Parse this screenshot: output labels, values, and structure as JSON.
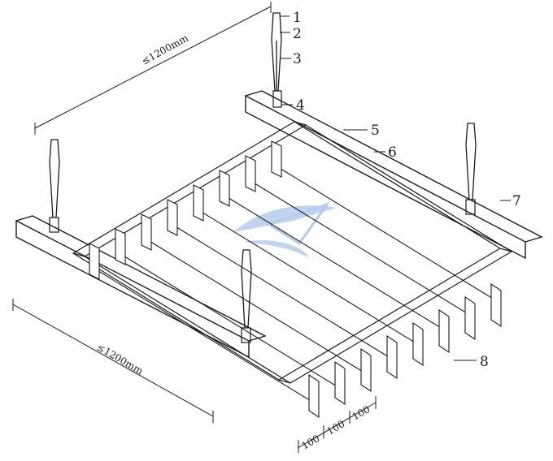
{
  "callouts": {
    "c1": "1",
    "c2": "2",
    "c3": "3",
    "c4": "4",
    "c5": "5",
    "c6": "6",
    "c7": "7",
    "c8": "8"
  },
  "dimensions": {
    "top_span": "≤1200mm",
    "left_span": "≤1200mm",
    "pitch_1": "100",
    "pitch_2": "100",
    "pitch_3": "100"
  },
  "colors": {
    "stroke": "#1b1b1b",
    "watermark": "#6f9bd6"
  }
}
